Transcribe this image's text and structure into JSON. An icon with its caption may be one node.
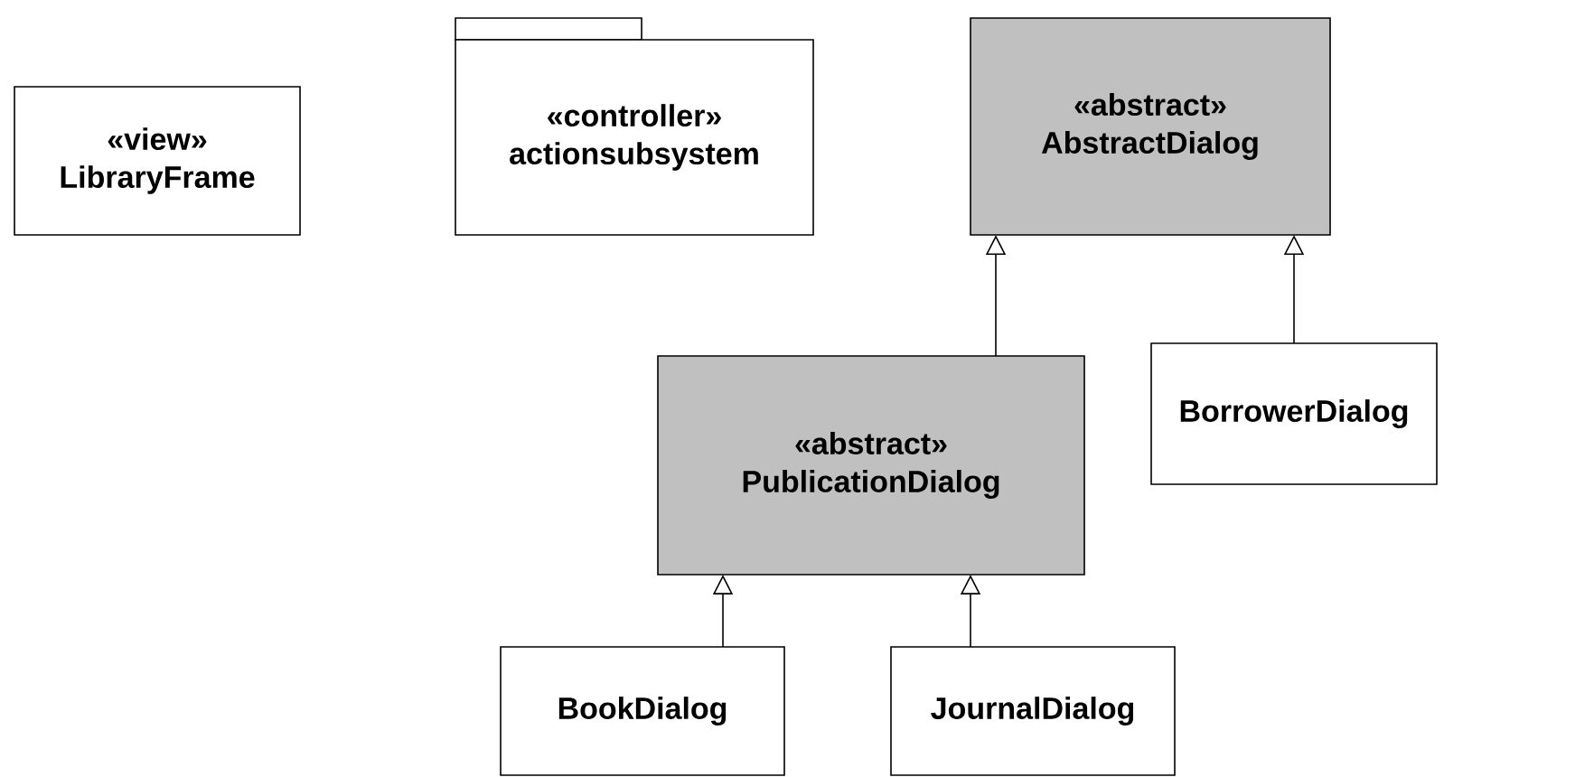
{
  "diagram": {
    "nodes": [
      {
        "text": [
          "«view»",
          "LibraryFrame"
        ]
      },
      {
        "text": [
          "«controller»",
          "actionsubsystem"
        ]
      },
      {
        "text": [
          "«abstract»",
          "AbstractDialog"
        ]
      },
      {
        "text": [
          "«abstract»",
          "PublicationDialog"
        ]
      },
      {
        "text": [
          "BorrowerDialog"
        ]
      },
      {
        "text": [
          "BookDialog"
        ]
      },
      {
        "text": [
          "JournalDialog"
        ]
      }
    ],
    "edges": [
      {
        "from": 3,
        "to": 2,
        "arrow": "to"
      },
      {
        "from": 4,
        "to": 2,
        "arrow": "to"
      },
      {
        "from": 5,
        "to": 3,
        "arrow": "to"
      },
      {
        "from": 6,
        "to": 3,
        "arrow": "to"
      }
    ]
  }
}
